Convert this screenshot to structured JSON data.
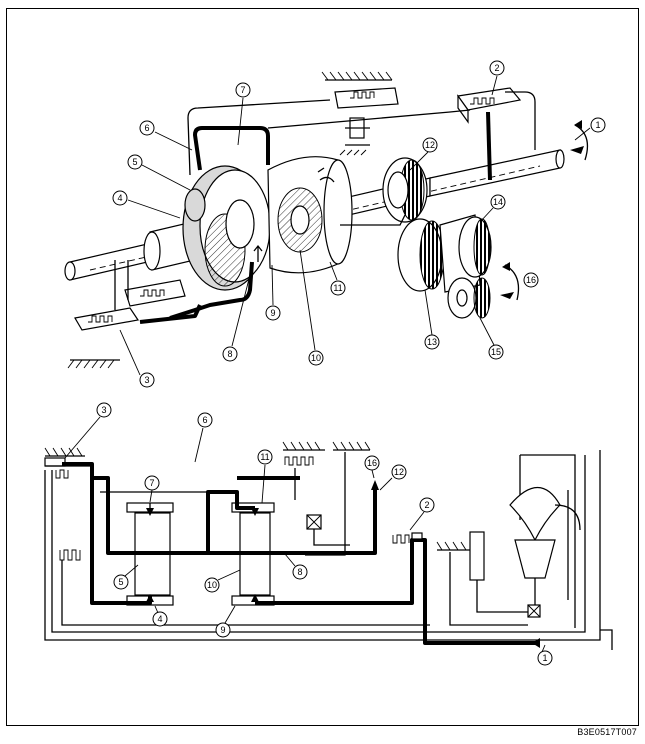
{
  "figure_code": "B3E0517T007",
  "callouts": [
    "1",
    "2",
    "3",
    "4",
    "5",
    "6",
    "7",
    "8",
    "9",
    "10",
    "11",
    "12",
    "13",
    "14",
    "15",
    "16"
  ]
}
